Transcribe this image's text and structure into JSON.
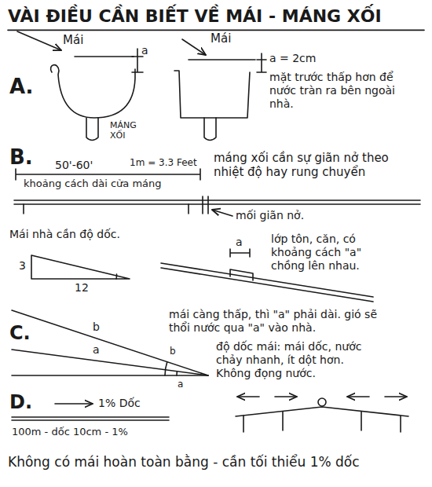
{
  "diagram": {
    "title": "VÀI ĐIỀU CẦN BIẾT VỀ MÁI - MÁNG XỐI",
    "labels": [
      "A.",
      "Mái",
      "a",
      "MÁNG XỐI",
      "Mái",
      "a = 2cm",
      "mặt trước thấp hơn để nước tràn ra bên ngoài nhà.",
      "B.",
      "50'-60'",
      "1m = 3.3 Feet",
      "khoảng cách dài cửa máng",
      "máng xối cần sự giãn nở theo nhiệt độ hay rung chuyển",
      "mối giãn nở.",
      "Mái nhà cần độ dốc.",
      "3",
      "12",
      "a",
      "lớp tôn, căn, có khoảng cách \"a\" chồng lên nhau.",
      "mái càng thấp, thì \"a\" phải dài. gió sẽ thổi nước qua \"a\" vào nhà.",
      "C.",
      "b",
      "a",
      "b",
      "a",
      "độ dốc mái: mái dốc, nước chảy nhanh, ít dột hơn. Không đọng nước.",
      "D.",
      "1% Dốc",
      "100m - dốc 10cm - 1%",
      "Không có mái hoàn toàn bằng - cần tối thiểu 1% dốc"
    ]
  }
}
